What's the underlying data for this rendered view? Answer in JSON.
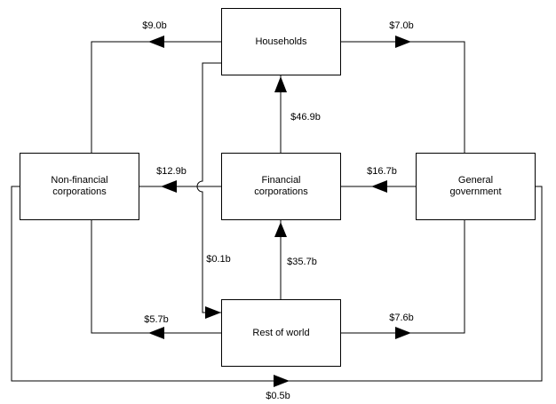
{
  "colors": {
    "background": "#ffffff",
    "line": "#000000",
    "text": "#000000",
    "box_border": "#000000"
  },
  "nodes": {
    "households": {
      "label": "Households"
    },
    "non_financial": {
      "label": "Non-financial corporations"
    },
    "financial": {
      "label": "Financial corporations"
    },
    "government": {
      "label": "General government"
    },
    "rest_of_world": {
      "label": "Rest of world"
    }
  },
  "flows": {
    "households_to_non_financial": {
      "amount": "$9.0b",
      "from": "Households",
      "to": "Non-financial corporations"
    },
    "households_to_government": {
      "amount": "$7.0b",
      "from": "Households",
      "to": "General government"
    },
    "financial_to_households": {
      "amount": "$46.9b",
      "from": "Financial corporations",
      "to": "Households"
    },
    "financial_to_non_financial": {
      "amount": "$12.9b",
      "from": "Financial corporations",
      "to": "Non-financial corporations"
    },
    "government_to_financial": {
      "amount": "$16.7b",
      "from": "General government",
      "to": "Financial corporations"
    },
    "households_to_rest_of_world": {
      "amount": "$0.1b",
      "from": "Households",
      "to": "Rest of world"
    },
    "rest_of_world_to_financial": {
      "amount": "$35.7b",
      "from": "Rest of world",
      "to": "Financial corporations"
    },
    "rest_of_world_to_non_financial": {
      "amount": "$5.7b",
      "from": "Rest of world",
      "to": "Non-financial corporations"
    },
    "rest_of_world_to_government": {
      "amount": "$7.6b",
      "from": "Rest of world",
      "to": "General government"
    },
    "non_financial_to_government": {
      "amount": "$0.5b",
      "from": "Non-financial corporations",
      "to": "General government"
    }
  }
}
